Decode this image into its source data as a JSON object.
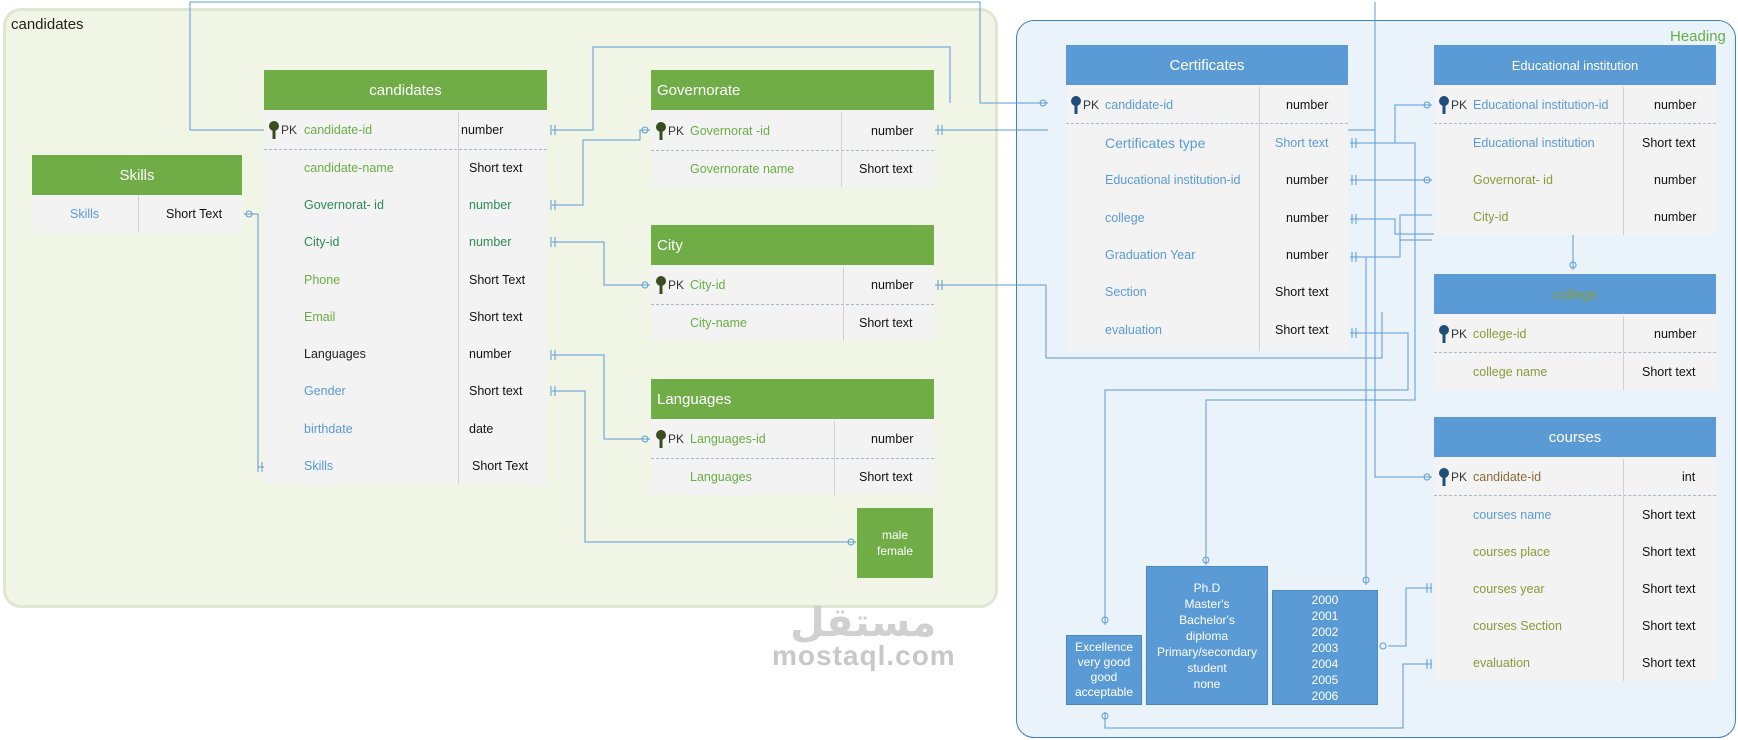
{
  "groups": {
    "candidates_label": "candidates",
    "heading_label": "Heading"
  },
  "skills": {
    "title": "Skills",
    "rows": [
      {
        "name": "Skills",
        "type": "Short Text"
      }
    ]
  },
  "candidates": {
    "title": "candidates",
    "pk": "PK",
    "rows": [
      {
        "name": "candidate-id",
        "type": "number"
      },
      {
        "name": "candidate-name",
        "type": "Short text"
      },
      {
        "name": "Governorat- id",
        "type": "number"
      },
      {
        "name": "City-id",
        "type": "number"
      },
      {
        "name": "Phone",
        "type": "Short Text"
      },
      {
        "name": "Email",
        "type": "Short text"
      },
      {
        "name": "Languages",
        "type": "number"
      },
      {
        "name": "Gender",
        "type": "Short text"
      },
      {
        "name": "birthdate",
        "type": "date"
      },
      {
        "name": "Skills",
        "type": "Short Text"
      }
    ]
  },
  "governorate": {
    "title": "Governorate",
    "pk": "PK",
    "rows": [
      {
        "name": "Governorat -id",
        "type": "number"
      },
      {
        "name": "Governorate name",
        "type": "Short text"
      }
    ]
  },
  "city": {
    "title": "City",
    "pk": "PK",
    "rows": [
      {
        "name": "City-id",
        "type": "number"
      },
      {
        "name": "City-name",
        "type": "Short text"
      }
    ]
  },
  "languages": {
    "title": "Languages",
    "pk": "PK",
    "rows": [
      {
        "name": "Languages-id",
        "type": "number"
      },
      {
        "name": "Languages",
        "type": "Short text"
      }
    ]
  },
  "gender_box": {
    "line1": "male",
    "line2": "female"
  },
  "certificates": {
    "title": "Certificates",
    "pk": "PK",
    "rows": [
      {
        "name": "candidate-id",
        "type": "number"
      },
      {
        "name": "Certificates  type",
        "type": "Short text"
      },
      {
        "name": "Educational institution-id",
        "type": "number"
      },
      {
        "name": "college",
        "type": "number"
      },
      {
        "name": "Graduation Year",
        "type": "number"
      },
      {
        "name": "Section",
        "type": "Short text"
      },
      {
        "name": "evaluation",
        "type": "Short text"
      }
    ]
  },
  "educational_institution": {
    "title": "Educational institution",
    "pk": "PK",
    "rows": [
      {
        "name": "Educational institution-id",
        "type": "number"
      },
      {
        "name": "Educational institution",
        "type": "Short text"
      },
      {
        "name": "Governorat- id",
        "type": "number"
      },
      {
        "name": "City-id",
        "type": "number"
      }
    ]
  },
  "college": {
    "title": "college",
    "pk": "PK",
    "rows": [
      {
        "name": "college-id",
        "type": "number"
      },
      {
        "name": "college name",
        "type": "Short text"
      }
    ]
  },
  "courses": {
    "title": "courses",
    "pk": "PK",
    "rows": [
      {
        "name": "candidate-id",
        "type": "int"
      },
      {
        "name": "courses name",
        "type": "Short text"
      },
      {
        "name": "courses place",
        "type": "Short text"
      },
      {
        "name": "courses year",
        "type": "Short text"
      },
      {
        "name": "courses Section",
        "type": "Short text"
      },
      {
        "name": "evaluation",
        "type": "Short text"
      }
    ]
  },
  "evaluation_box": {
    "lines": [
      "Excellence",
      "very good",
      "good",
      "acceptable"
    ]
  },
  "degree_box": {
    "lines": [
      "Ph.D",
      "Master's",
      "Bachelor's",
      "diploma",
      "Primary/secondary",
      "student",
      "none"
    ]
  },
  "years_box": {
    "lines": [
      "2000",
      "2001",
      "2002",
      "2003",
      "2004",
      "2005",
      "2006"
    ]
  },
  "watermark": {
    "arabic": "مستقل",
    "latin": "mostaql.com"
  },
  "colors": {
    "green_header": "#70ad47",
    "blue_header": "#5b9bd5",
    "connector": "#5b9bd5"
  }
}
